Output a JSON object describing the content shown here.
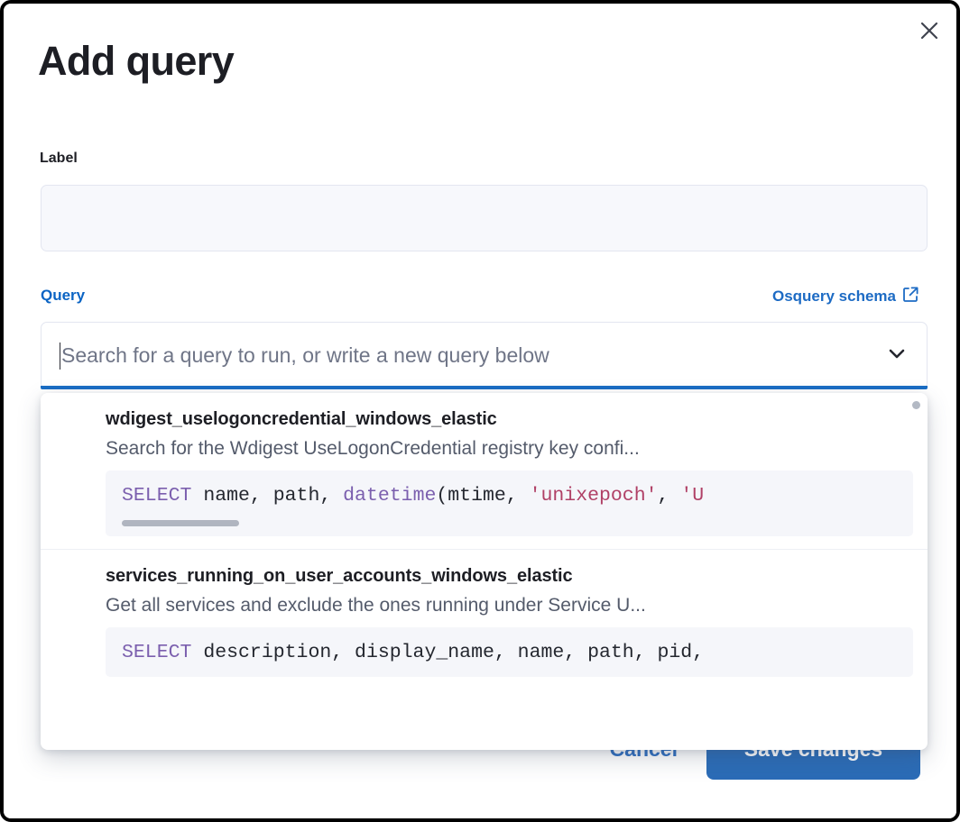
{
  "modal": {
    "title": "Add query",
    "close_icon": "close-icon"
  },
  "form": {
    "label_field": {
      "label": "Label",
      "value": "",
      "placeholder": ""
    },
    "query_field": {
      "label": "Query",
      "schema_link": "Osquery schema",
      "schema_link_icon": "external-link-icon",
      "placeholder": "Search for a query to run, or write a new query below",
      "value": "",
      "chevron_icon": "chevron-down-icon"
    }
  },
  "dropdown": {
    "items": [
      {
        "title": "wdigest_uselogoncredential_windows_elastic",
        "description": "Search for the Wdigest UseLogonCredential registry key confi...",
        "code_tokens": [
          {
            "t": "SELECT",
            "c": "kw"
          },
          {
            "t": " name, path, ",
            "c": "txt"
          },
          {
            "t": "datetime",
            "c": "fn"
          },
          {
            "t": "(mtime, ",
            "c": "txt"
          },
          {
            "t": "'unixepoch'",
            "c": "str"
          },
          {
            "t": ", ",
            "c": "txt"
          },
          {
            "t": "'U",
            "c": "str"
          }
        ],
        "has_scrollbar": true
      },
      {
        "title": "services_running_on_user_accounts_windows_elastic",
        "description": "Get all services and exclude the ones running under Service U...",
        "code_tokens": [
          {
            "t": "SELECT",
            "c": "kw"
          },
          {
            "t": " description, display_name, name, path, pid,",
            "c": "txt"
          }
        ],
        "has_scrollbar": false
      }
    ]
  },
  "footer": {
    "cancel_label": "Cancel",
    "save_label": "Save changes"
  },
  "colors": {
    "accent_blue": "#1d6bc4",
    "primary_button": "#2b6cb7",
    "focus_underline": "#1a6dc4",
    "keyword_purple": "#7b5fae",
    "string_red": "#b04066",
    "text_dark": "#1d1e24",
    "text_muted": "#545b6b"
  }
}
